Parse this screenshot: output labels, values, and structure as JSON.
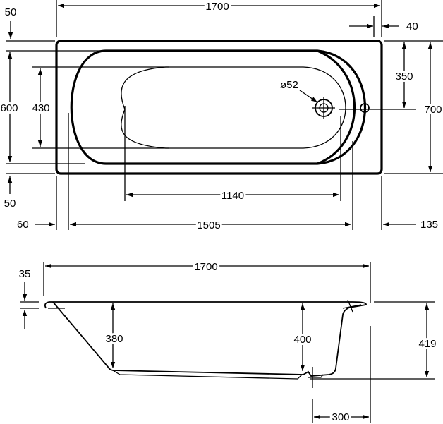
{
  "top_view": {
    "overall_length": "1700",
    "rim_offset_right": "40",
    "drain_to_edge": "350",
    "overall_width": "700",
    "width_inner": "600",
    "basin_width": "430",
    "rim_top": "50",
    "rim_bottom": "50",
    "drain_diameter": "ø52",
    "basin_length": "1140",
    "left_offset": "60",
    "inner_length": "1505",
    "right_offset": "135"
  },
  "side_view": {
    "overall_length": "1700",
    "rim_thickness": "35",
    "depth_left": "380",
    "depth_right": "400",
    "overall_height": "419",
    "drain_from_end": "300"
  }
}
